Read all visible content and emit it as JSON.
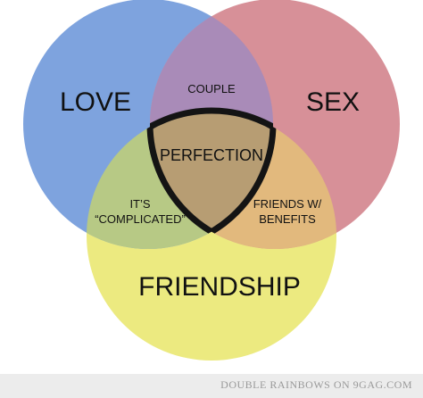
{
  "colors": {
    "love": "#7ea3de",
    "sex": "#d79098",
    "friendship": "#ecea80",
    "couple": "#a98bb8",
    "complicated": "#b7c985",
    "friends_with_benefits": "#e2b97d",
    "perfection": "#b79d73",
    "outline": "#141414",
    "text": "#111111"
  },
  "diagram": {
    "love_label": "LOVE",
    "sex_label": "SEX",
    "friendship_label": "FRIENDSHIP",
    "couple_label": "COUPLE",
    "perfection_label": "PERFECTION",
    "complicated_label_line1": "IT’S",
    "complicated_label_line2": "“COMPLICATED”",
    "fwb_label_line1": "FRIENDS W/",
    "fwb_label_line2": "BENEFITS"
  },
  "footer": {
    "credit": "DOUBLE RAINBOWS ON 9GAG.COM"
  }
}
